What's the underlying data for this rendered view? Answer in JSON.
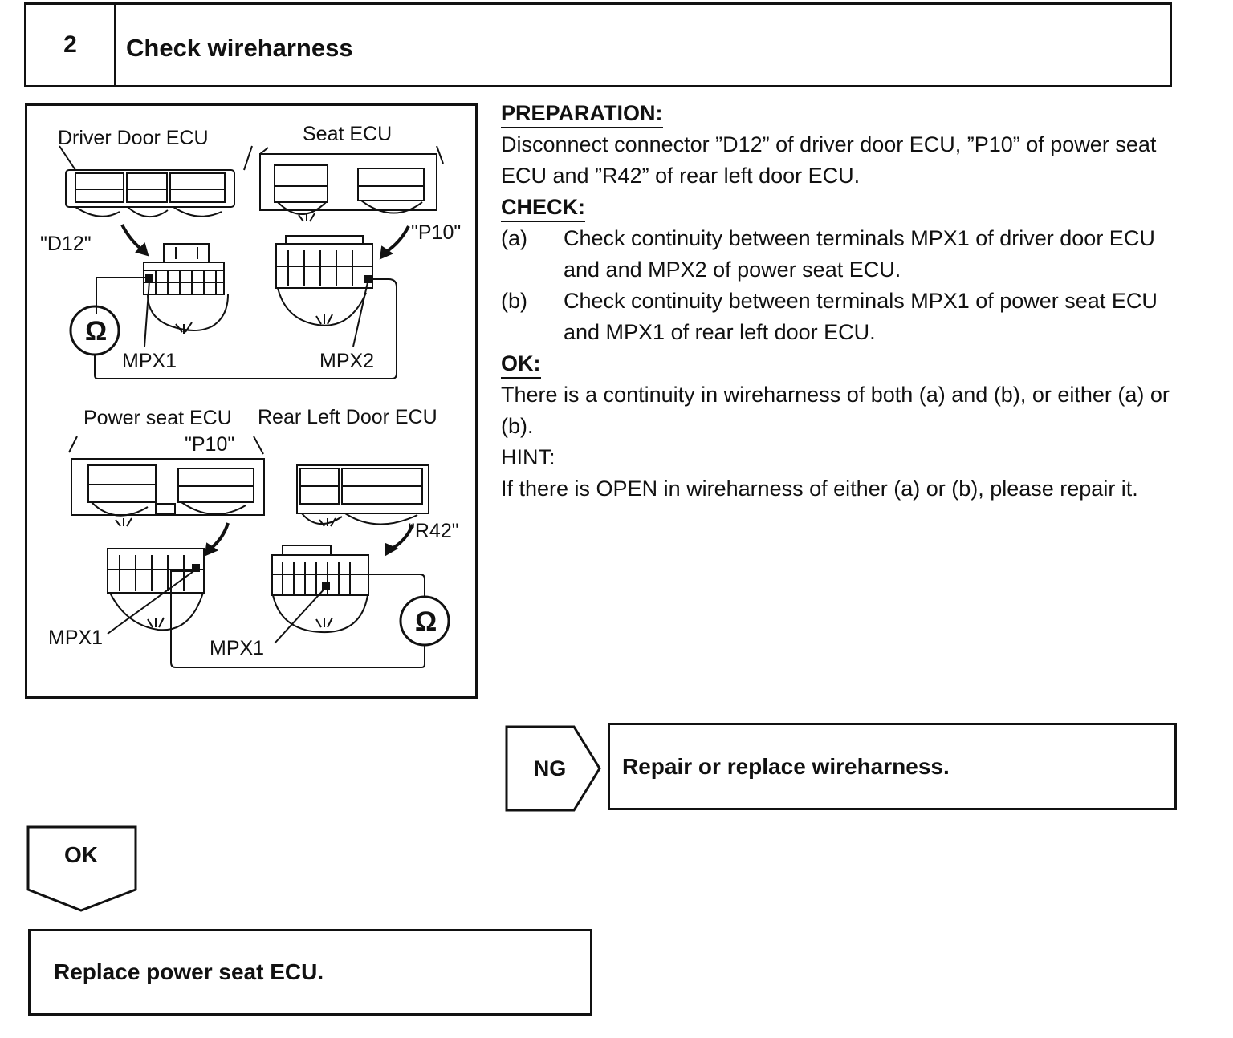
{
  "step": {
    "number": "2",
    "title": "Check wireharness"
  },
  "diagram": {
    "top_left_title": "Driver Door ECU",
    "top_right_title": "Seat ECU",
    "connector_d12": "\"D12\"",
    "connector_p10_top": "\"P10\"",
    "mpx1_top": "MPX1",
    "mpx2_top": "MPX2",
    "ohm_symbol": "Ω",
    "bottom_left_title": "Power seat ECU",
    "bottom_right_title": "Rear Left Door ECU",
    "connector_p10_bottom": "\"P10\"",
    "connector_r42": "\"R42\"",
    "mpx1_bottom_left": "MPX1",
    "mpx1_bottom_right": "MPX1"
  },
  "procedure": {
    "preparation_heading": "PREPARATION:",
    "preparation_text": "Disconnect connector ”D12” of driver door ECU, ”P10” of power seat ECU and ”R42” of rear left door ECU.",
    "check_heading": "CHECK:",
    "check_steps": [
      {
        "letter": "(a)",
        "text": "Check continuity between terminals MPX1 of driver door ECU and and MPX2 of power seat ECU."
      },
      {
        "letter": "(b)",
        "text": "Check continuity between terminals MPX1 of power seat ECU and MPX1 of rear left door ECU."
      }
    ],
    "ok_heading": "OK:",
    "ok_text": "There is a continuity in wireharness of both (a) and (b), or either (a) or (b).",
    "hint_heading": "HINT:",
    "hint_text": "If there is OPEN in wireharness of either (a) or (b), please repair it."
  },
  "outcomes": {
    "ng_label": "NG",
    "ng_action": "Repair or replace wireharness.",
    "ok_label": "OK",
    "ok_action": "Replace power seat ECU."
  }
}
